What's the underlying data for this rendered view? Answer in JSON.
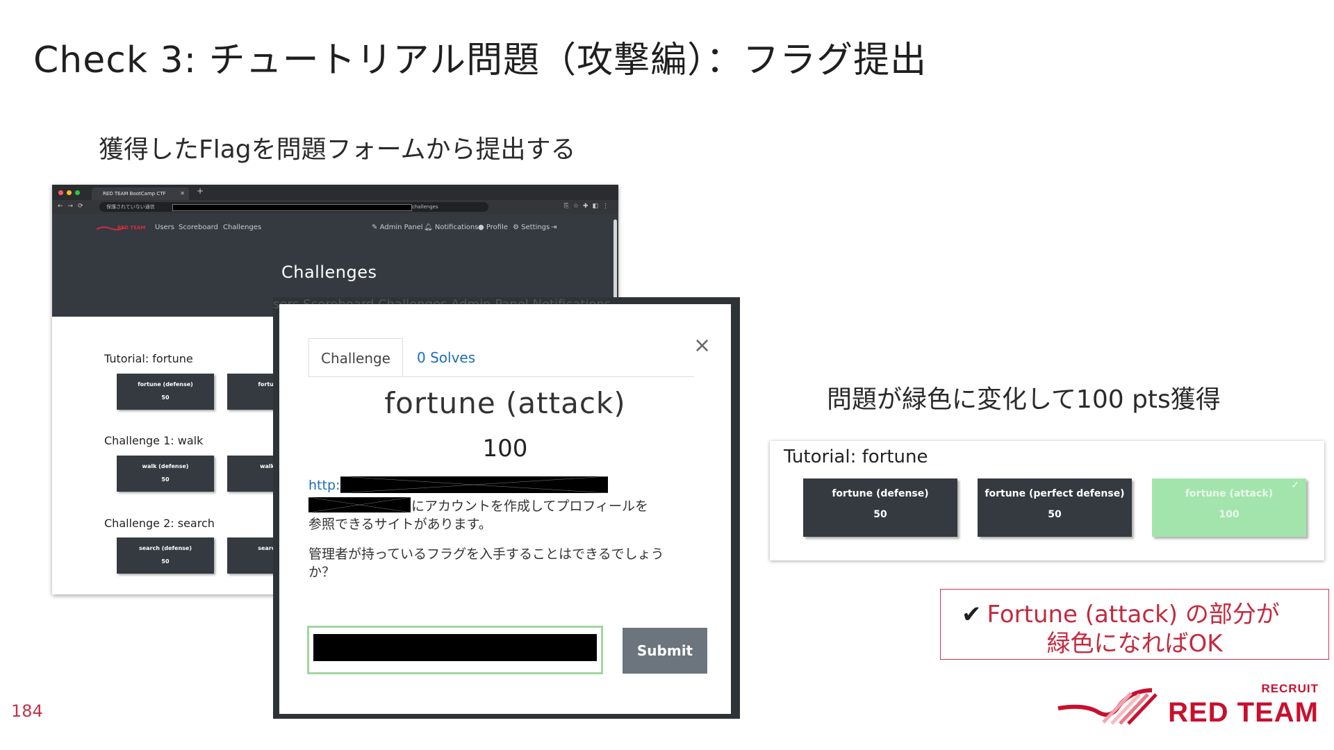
{
  "slide": {
    "title": "Check 3: チュートリアル問題（攻撃編）：フラグ提出",
    "subtitle_left": "獲得したFlagを問題フォームから提出する",
    "subtitle_right": "問題が緑色に変化して100 pts獲得",
    "page_number": "184"
  },
  "browser": {
    "tab_title": "RED TEAM BootCamp CTF",
    "url_prefix": "保護されていない通信",
    "url_suffix": "challenges",
    "logo_text": "RED TEAM",
    "nav": [
      "Users",
      "Scoreboard",
      "Challenges"
    ],
    "nav_right": [
      "Admin Panel",
      "Notifications",
      "Profile",
      "Settings"
    ],
    "page_heading": "Challenges",
    "categories": [
      {
        "title": "Tutorial: fortune",
        "buttons": [
          {
            "name": "fortune (defense)",
            "points": "50"
          },
          {
            "name": "fortune (pe",
            "points": ""
          }
        ]
      },
      {
        "title": "Challenge 1: walk",
        "buttons": [
          {
            "name": "walk (defense)",
            "points": "50"
          },
          {
            "name": "walk (perf",
            "points": ""
          }
        ]
      },
      {
        "title": "Challenge 2: search",
        "buttons": [
          {
            "name": "search (defense)",
            "points": "50"
          },
          {
            "name": "search (per",
            "points": ""
          }
        ]
      }
    ]
  },
  "modal": {
    "background_nav_text": "sers    Scoreboard    Challenges           Admin Panel    Notifications",
    "tab_challenge": "Challenge",
    "tab_solves": "0 Solves",
    "close": "×",
    "challenge_name": "fortune (attack)",
    "challenge_value": "100",
    "desc_link": "http:/",
    "desc_line1_tail": "にアカウントを作成してプロフィールを",
    "desc_line2": "参照できるサイトがあります。",
    "desc_line3": "管理者が持っているフラグを入手することはできるでしょう",
    "desc_line4": "か？",
    "submit_label": "Submit"
  },
  "result": {
    "category_title": "Tutorial: fortune",
    "buttons": [
      {
        "name": "fortune (defense)",
        "points": "50",
        "solved": false
      },
      {
        "name": "fortune (perfect defense)",
        "points": "50",
        "solved": false
      },
      {
        "name": "fortune (attack)",
        "points": "100",
        "solved": true
      }
    ],
    "solved_color": "#a3e4ad",
    "unsolved_color": "#343a40"
  },
  "callout": {
    "check": "✔",
    "line1": "Fortune (attack) の部分が",
    "line2": "緑色になればOK"
  },
  "brand": {
    "recruit": "RECRUIT",
    "red_team": "RED TEAM",
    "color": "#c8102e"
  }
}
